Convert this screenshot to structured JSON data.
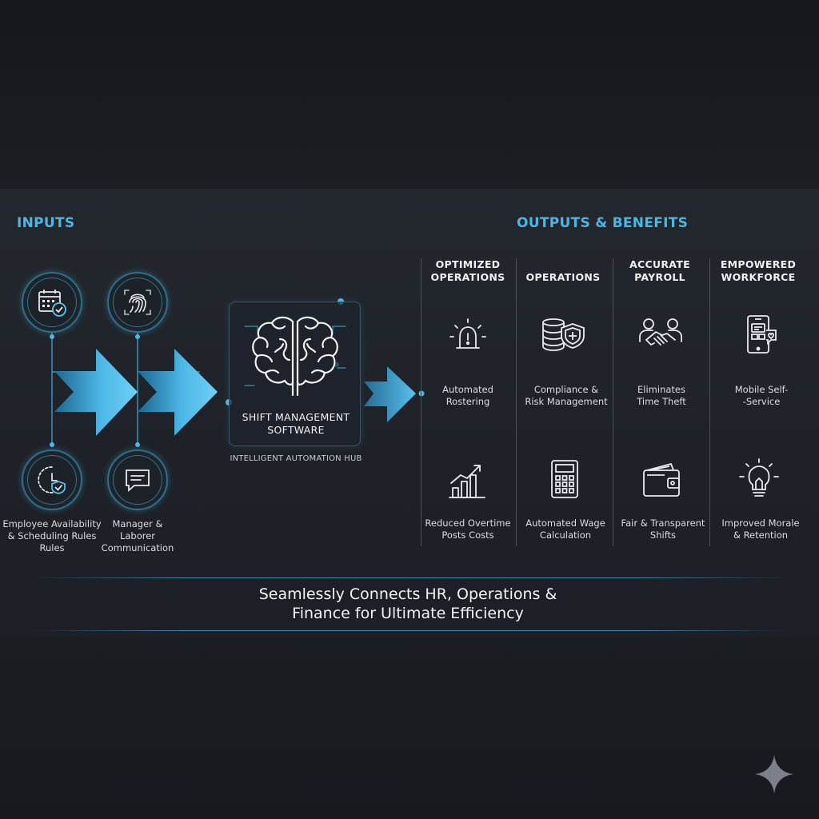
{
  "inputs": {
    "heading": "INPUTS",
    "items": [
      {
        "icon": "calendar-check-icon",
        "label": "Employee Availability\n& Scheduling Rules\nRules"
      },
      {
        "icon": "fingerprint-icon",
        "label": ""
      },
      {
        "icon": "clock-shield-icon",
        "label": ""
      },
      {
        "icon": "chat-bubble-icon",
        "label": "Manager &\nLaborer\nCommunication"
      }
    ]
  },
  "hub": {
    "icon": "brain-icon",
    "title": "SHIFT MANAGEMENT\nSOFTWARE",
    "caption": "INTELLIGENT AUTOMATION HUB"
  },
  "outputs": {
    "heading": "OUTPUTS & BENEFITS",
    "columns": [
      {
        "title": "OPTIMIZED\nOPERATIONS",
        "items": [
          {
            "icon": "alarm-bell-icon",
            "label": "Automated\nRostering"
          },
          {
            "icon": "growth-chart-icon",
            "label": "Reduced Overtime\nPosts Costs"
          }
        ]
      },
      {
        "title": "OPERATIONS",
        "items": [
          {
            "icon": "database-shield-icon",
            "label": "Compliance &\nRisk Management"
          },
          {
            "icon": "calculator-icon",
            "label": "Automated Wage\nCalculation"
          }
        ]
      },
      {
        "title": "ACCURATE\nPAYROLL",
        "items": [
          {
            "icon": "handshake-icon",
            "label": "Eliminates\nTime Theft"
          },
          {
            "icon": "wallet-icon",
            "label": "Fair & Transparent\nShifts"
          }
        ]
      },
      {
        "title": "EMPOWERED\nWORKFORCE",
        "items": [
          {
            "icon": "mobile-phone-icon",
            "label": "Mobile Self-\n-Service"
          },
          {
            "icon": "lightbulb-icon",
            "label": "Improved Morale\n& Retention"
          }
        ]
      }
    ]
  },
  "tagline": "Seamlessly Connects HR, Operations &\nFinance for Ultimate Efficiency",
  "colors": {
    "accent": "#4cb7e6",
    "arrow_light": "#5cc6f0",
    "arrow_dark": "#2a86b5",
    "background": "#1b1e24"
  }
}
